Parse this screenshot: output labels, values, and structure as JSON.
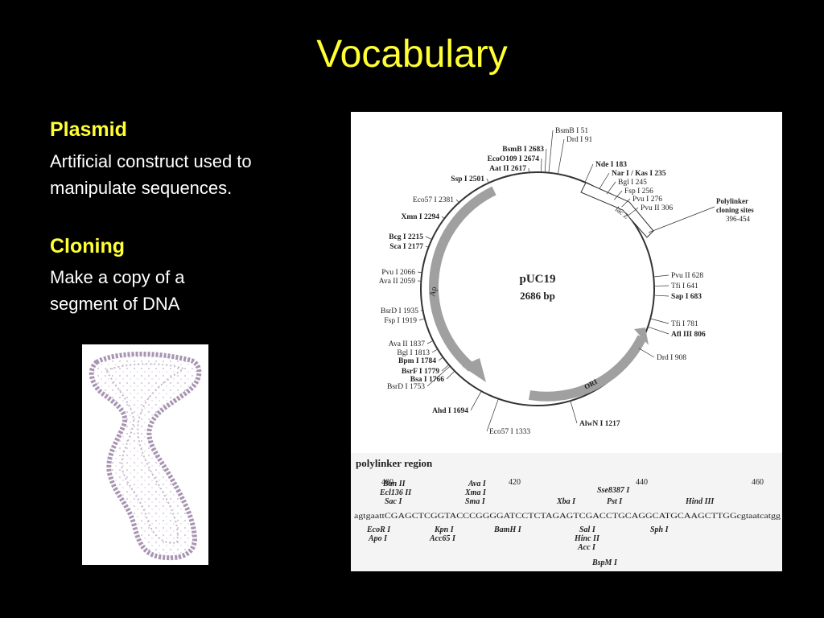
{
  "slide": {
    "title": "Vocabulary",
    "terms": [
      {
        "term": "Plasmid",
        "definition_lines": [
          "Artificial construct used to",
          "manipulate sequences."
        ]
      },
      {
        "term": "Cloning",
        "definition_lines": [
          "Make a copy of a",
          "segment of DNA"
        ]
      }
    ]
  },
  "plasmid_map": {
    "name": "pUC19",
    "size": "2686 bp",
    "features": {
      "ap": "Ap",
      "ori": "ORI",
      "lacz": "lac Z"
    },
    "polylinker_label": [
      "Polylinker",
      "cloning sites",
      "396-454"
    ],
    "sites": [
      {
        "label": "BsmB I 51"
      },
      {
        "label": "Drd I 91"
      },
      {
        "label": "Nde I 183"
      },
      {
        "label": "Nar I / Kas I 235"
      },
      {
        "label": "Bgl I 245"
      },
      {
        "label": "Fsp I 256"
      },
      {
        "label": "Pvu I 276"
      },
      {
        "label": "Pvu II 306"
      },
      {
        "label": "Pvu II 628"
      },
      {
        "label": "Tfi I 641"
      },
      {
        "label": "Sap I 683"
      },
      {
        "label": "Tfi I 781"
      },
      {
        "label": "Afl III 806"
      },
      {
        "label": "Drd I 908"
      },
      {
        "label": "AlwN I 1217"
      },
      {
        "label": "Eco57 I 1333"
      },
      {
        "label": "Ahd I 1694"
      },
      {
        "label": "BsrD I 1753"
      },
      {
        "label": "Bsa I 1766"
      },
      {
        "label": "BsrF I 1779"
      },
      {
        "label": "Bpm I 1784"
      },
      {
        "label": "Bgl I 1813"
      },
      {
        "label": "Ava II 1837"
      },
      {
        "label": "Fsp I 1919"
      },
      {
        "label": "BsrD I 1935"
      },
      {
        "label": "Ava II 2059"
      },
      {
        "label": "Pvu I 2066"
      },
      {
        "label": "Sca I 2177"
      },
      {
        "label": "Bcg I 2215"
      },
      {
        "label": "Xmn I 2294"
      },
      {
        "label": "Eco57 I 2381"
      },
      {
        "label": "Ssp I 2501"
      },
      {
        "label": "Aat II 2617"
      },
      {
        "label": "EcoO109 I 2674"
      },
      {
        "label": "BsmB I 2683"
      }
    ]
  },
  "polylinker": {
    "title": "polylinker region",
    "positions": [
      "400",
      "420",
      "440",
      "460"
    ],
    "sequence": "agtgaattCGAGCTCGGTACCCGGGGATCCTCTAGAGTCGACCTGCAGGCATGCAAGCTTGGcgtaatcatgg",
    "top_enzymes": [
      "Ban II",
      "Ecl136 II",
      "Sac I",
      "Ava I",
      "Xma I",
      "Sma I",
      "Xba I",
      "Sse8387 I",
      "Pst I",
      "Hind III"
    ],
    "bottom_enzymes": [
      "EcoR I",
      "Apo I",
      "Kpn I",
      "Acc65 I",
      "BamH I",
      "Sal I",
      "Hinc II",
      "Acc I",
      "Sph I",
      "BspM I"
    ]
  }
}
